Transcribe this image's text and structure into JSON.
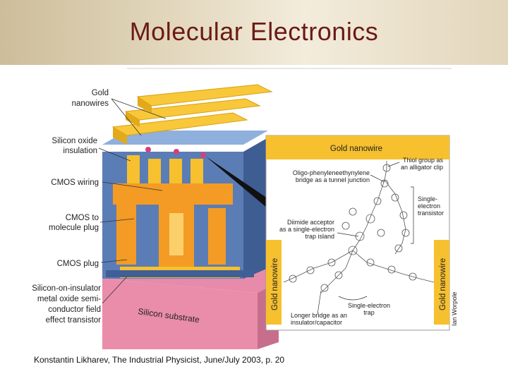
{
  "slide": {
    "title": "Molecular Electronics",
    "caption": "Konstantin Likharev, The Industrial Physicist, June/July 2003, p. 20"
  },
  "figure": {
    "left_labels": [
      "Gold",
      "nanowires",
      "Silicon oxide",
      "insulation",
      "CMOS wiring",
      "CMOS to",
      "molecule plug",
      "CMOS plug",
      "Silicon-on-insulator",
      "metal oxide semi-",
      "conductor field",
      "effect transistor"
    ],
    "substrate_label": "Silicon substrate",
    "inset": {
      "top_wire_label": "Gold nanowire",
      "left_wire_label": "Gold nanowire",
      "right_wire_label": "Gold nanowire",
      "thiol": [
        "Thiol group as",
        "an alligator clip"
      ],
      "bridge": [
        "Oligo-phenyleneethynylene",
        "bridge as a tunnel junction"
      ],
      "set": [
        "Single-",
        "electron",
        "transistor"
      ],
      "acceptor": [
        "Diimide acceptor",
        "as a single-electron",
        "trap island"
      ],
      "longer_bridge": [
        "Longer bridge as an",
        "insulator/capacitor"
      ],
      "set_trap": [
        "Single-electron",
        "trap"
      ],
      "credit": "Ian Worpole"
    }
  },
  "colors": {
    "title": "#6b1b14",
    "gold": "#f6c02e",
    "cmos": "#f39a24",
    "blue": "#5c7fb6",
    "substrate": "#e68aa8"
  }
}
